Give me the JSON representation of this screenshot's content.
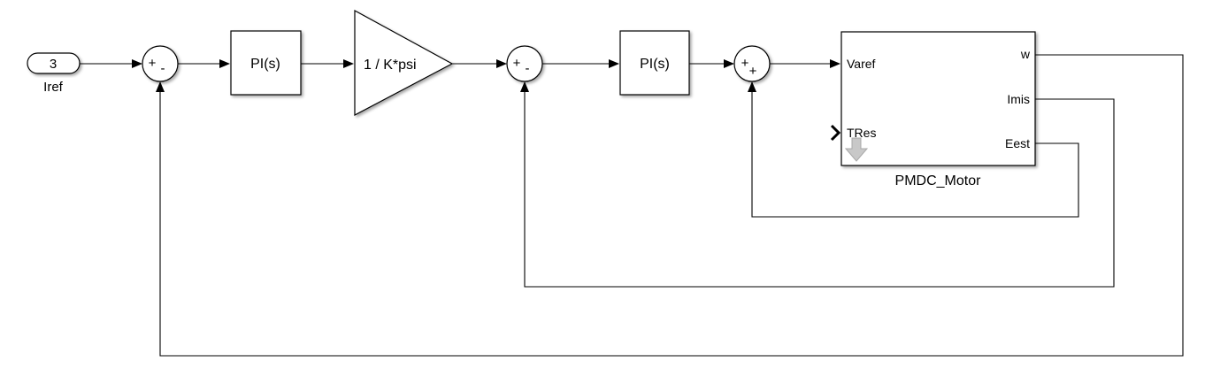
{
  "diagram": {
    "type": "simulink-block-diagram",
    "blocks": {
      "inport": {
        "number": "3",
        "label": "Iref"
      },
      "sum1": {
        "signs": [
          "+",
          "-"
        ]
      },
      "pi1": {
        "label": "PI(s)"
      },
      "gain": {
        "label": "1 / K*psi"
      },
      "sum2": {
        "signs": [
          "+",
          "-"
        ]
      },
      "pi2": {
        "label": "PI(s)"
      },
      "sum3": {
        "signs": [
          "+",
          "+"
        ]
      },
      "motor": {
        "name": "PMDC_Motor",
        "inputs": [
          "Varef",
          "TRes"
        ],
        "outputs": [
          "w",
          "Imis",
          "Eest"
        ]
      }
    },
    "connections": [
      {
        "from": "Iref",
        "to": "sum1.+"
      },
      {
        "from": "sum1",
        "to": "pi1"
      },
      {
        "from": "pi1",
        "to": "gain"
      },
      {
        "from": "gain",
        "to": "sum2.+"
      },
      {
        "from": "sum2",
        "to": "pi2"
      },
      {
        "from": "pi2",
        "to": "sum3.+"
      },
      {
        "from": "sum3",
        "to": "PMDC_Motor.Varef"
      },
      {
        "from": "PMDC_Motor.w",
        "to": "sum1.-"
      },
      {
        "from": "PMDC_Motor.Imis",
        "to": "sum2.-"
      },
      {
        "from": "PMDC_Motor.Eest",
        "to": "sum3.+"
      }
    ]
  }
}
